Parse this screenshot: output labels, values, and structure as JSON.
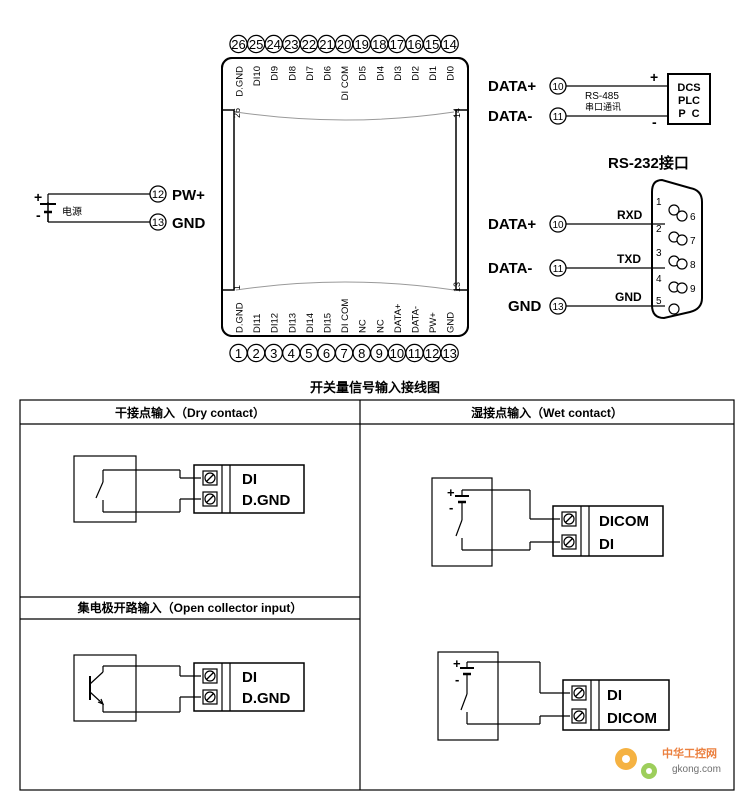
{
  "top_pins": [
    "26",
    "25",
    "24",
    "23",
    "22",
    "21",
    "20",
    "19",
    "18",
    "17",
    "16",
    "15",
    "14"
  ],
  "top_labels": [
    "D.GND",
    "DI10",
    "DI9",
    "DI8",
    "DI7",
    "DI6",
    "DI COM",
    "DI5",
    "DI4",
    "DI3",
    "DI2",
    "DI1",
    "DI0"
  ],
  "bottom_pins": [
    "1",
    "2",
    "3",
    "4",
    "5",
    "6",
    "7",
    "8",
    "9",
    "10",
    "11",
    "12",
    "13"
  ],
  "bottom_labels": [
    "D.GND",
    "DI11",
    "DI12",
    "DI13",
    "DI14",
    "DI15",
    "DI COM",
    "NC",
    "NC",
    "DATA+",
    "DATA-",
    "PW+",
    "GND"
  ],
  "module": {
    "corner_26": "26",
    "corner_14": "14",
    "corner_1": "1",
    "corner_13": "13"
  },
  "power": {
    "plus": "+",
    "minus": "-",
    "label": "电源",
    "pw_pin": "12",
    "pw_label": "PW+",
    "gnd_pin": "13",
    "gnd_label": "GND"
  },
  "rs485": {
    "data_plus_label": "DATA+",
    "data_plus_pin": "10",
    "data_minus_label": "DATA-",
    "data_minus_pin": "11",
    "bus_label": "RS-485",
    "bus_sub": "串口通讯",
    "plus": "+",
    "minus": "-",
    "box_lines": [
      "DCS",
      "PLC",
      "P  C"
    ]
  },
  "rs232": {
    "title": "RS-232接口",
    "data_plus_label": "DATA+",
    "data_plus_pin": "10",
    "data_minus_label": "DATA-",
    "data_minus_pin": "11",
    "gnd_label": "GND",
    "gnd_pin": "13",
    "rxd": "RXD",
    "txd": "TXD",
    "gnd": "GND",
    "db9_pins": [
      "1",
      "2",
      "3",
      "4",
      "5",
      "6",
      "7",
      "8",
      "9"
    ]
  },
  "wiring": {
    "title": "开关量信号输入接线图",
    "dry_title": "干接点输入（Dry contact）",
    "wet_title": "湿接点输入（Wet contact）",
    "oc_title": "集电极开路输入（Open collector input）",
    "dry_terms": [
      "DI",
      "D.GND"
    ],
    "wet1_terms": [
      "DICOM",
      "DI"
    ],
    "oc_terms": [
      "DI",
      "D.GND"
    ],
    "wet2_terms": [
      "DI",
      "DICOM"
    ],
    "wet_plus": "+",
    "wet_minus": "-"
  },
  "watermark": {
    "main": "中华工控网",
    "url": "gkong.com"
  }
}
